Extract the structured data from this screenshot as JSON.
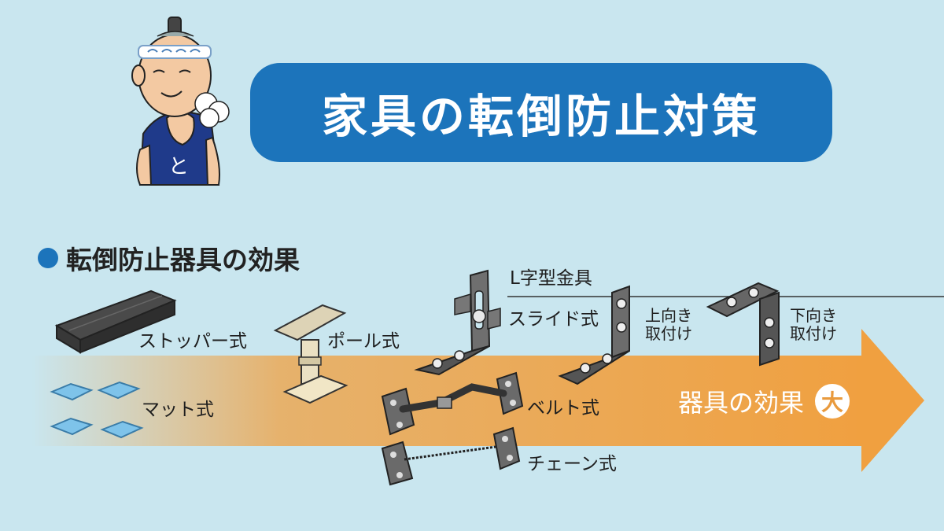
{
  "title": "家具の転倒防止対策",
  "section_heading": "転倒防止器具の効果",
  "items": {
    "stopper": "ストッパー式",
    "pole": "ポール式",
    "mat": "マット式",
    "belt": "ベルト式",
    "chain": "チェーン式",
    "l_bracket_group": "L字型金具",
    "slide": "スライド式",
    "upward": [
      "上向き",
      "取付け"
    ],
    "downward": [
      "下向き",
      "取付け"
    ]
  },
  "arrow": {
    "label": "器具の効果",
    "badge": "大"
  },
  "colors": {
    "background": "#c9e6ef",
    "title_box": "#1c74bb",
    "arrow_orange": "#f0a040",
    "bullet": "#1c74bb"
  }
}
